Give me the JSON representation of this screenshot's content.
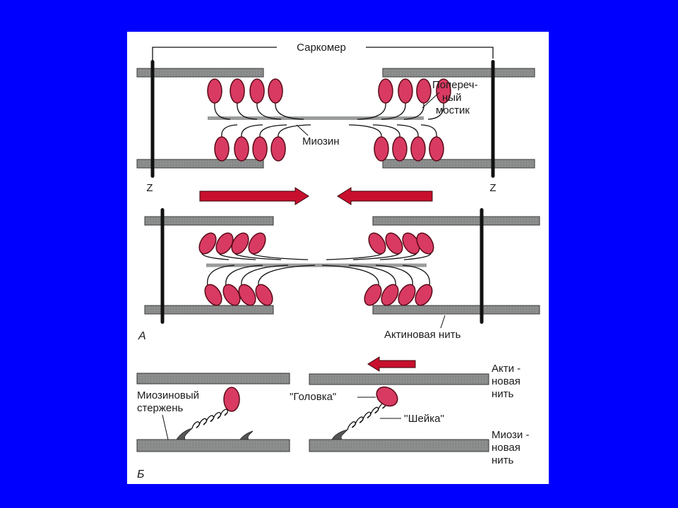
{
  "colors": {
    "background": "#0000ff",
    "panel": "#ffffff",
    "filament": "#8a8c8c",
    "filament_edge": "#3a3a3a",
    "head_fill": "#d83a62",
    "head_edge": "#5a0a18",
    "arrow": "#c8102e",
    "line": "#111111"
  },
  "diagram": {
    "title": "Саркомер",
    "panel_a": {
      "letter": "А",
      "labels": {
        "cross_bridge_line1": "Попереч-",
        "cross_bridge_line2": "ный",
        "cross_bridge_line3": "мостик",
        "myosin": "Миозин",
        "z_left": "Z",
        "z_right": "Z",
        "actin_filament": "Актиновая нить"
      }
    },
    "panel_b": {
      "letter": "Б",
      "labels": {
        "myosin_rod_line1": "Миозиновый",
        "myosin_rod_line2": "стержень",
        "head": "\"Головка\"",
        "neck": "''Шейка''",
        "actin_line1": "Акти -",
        "actin_line2": "новая",
        "actin_line3": "нить",
        "myosin_line1": "Миози -",
        "myosin_line2": "новая",
        "myosin_line3": "нить"
      }
    }
  }
}
